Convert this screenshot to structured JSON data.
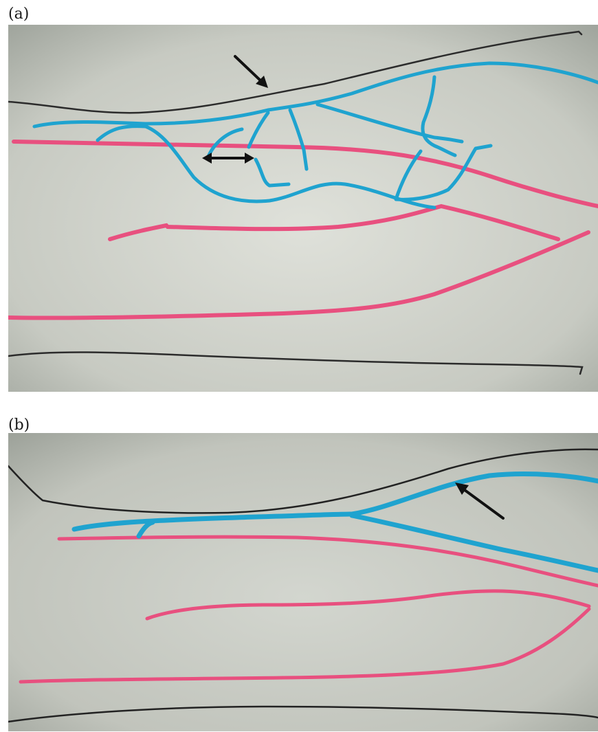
{
  "figure": {
    "panels": [
      {
        "label": "(a)",
        "description_id": "sketch-a"
      },
      {
        "label": "(b)",
        "description_id": "sketch-b"
      }
    ]
  },
  "colors": {
    "paper": "#c9ccc4",
    "outline_black": "#2b2b2b",
    "cyan_vessel": "#1fa3cf",
    "pink_vessel": "#e8507f",
    "arrow": "#111111"
  }
}
